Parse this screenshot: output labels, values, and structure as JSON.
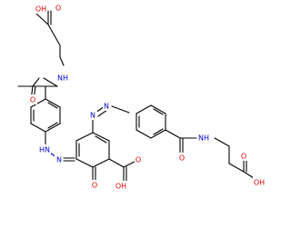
{
  "diagram": {
    "type": "chemical-structure",
    "atom_labels": {
      "acid_top_oh": "OH",
      "acid_top_o": "O",
      "amide_top_nh": "NH",
      "amide_top_o": "O",
      "hydrazone_hn": "HN",
      "hydrazone_n": "N",
      "azo_n1": "N",
      "azo_n2": "N",
      "ketone_o": "O",
      "ring_acid_o": "O",
      "ring_acid_oh": "OH",
      "amide_right_nh": "NH",
      "amide_right_o": "O",
      "acid_right_o": "O",
      "acid_right_oh": "OH"
    },
    "colors": {
      "oxygen": "#e00000",
      "nitrogen": "#0000d0",
      "carbon_bond": "#000000",
      "background": "#ffffff"
    }
  }
}
